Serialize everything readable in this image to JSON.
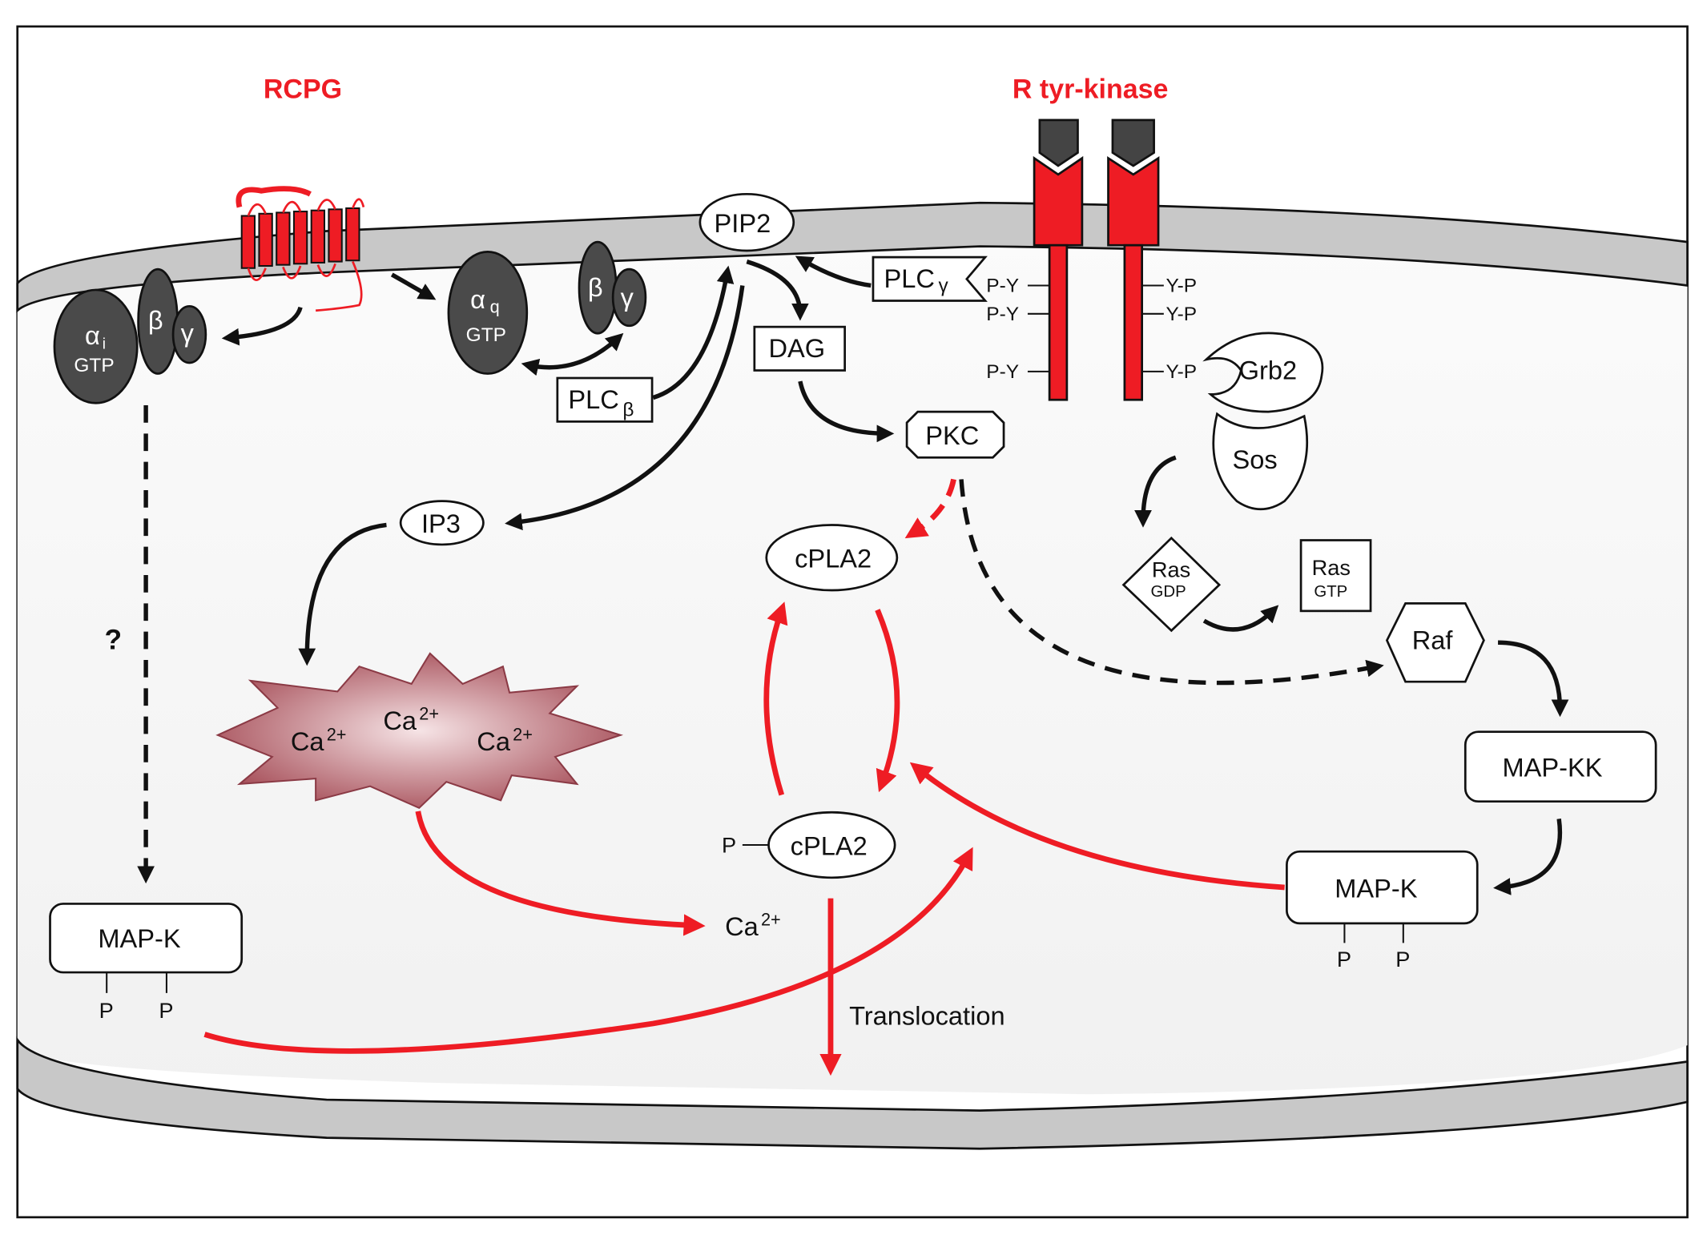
{
  "figure": {
    "receptors": {
      "gpcr_title": "RCPG",
      "rtk_title": "R tyr-kinase"
    },
    "g_proteins": {
      "alpha_i": "α",
      "alpha_i_sub": "i",
      "alpha_i_gtp": "GTP",
      "alpha_q": "α",
      "alpha_q_sub": "q",
      "alpha_q_gtp": "GTP",
      "beta": "β",
      "gamma": "γ"
    },
    "nodes": {
      "pip2": "PIP2",
      "plc_beta": "PLC",
      "plc_beta_sub": "β",
      "plc_gamma": "PLC",
      "plc_gamma_sub": "γ",
      "dag": "DAG",
      "pkc": "PKC",
      "ip3": "IP3",
      "cpla2_top": "cPLA2",
      "cpla2_bottom": "cPLA2",
      "cpla2_p": "P",
      "ca_free": "Ca",
      "ca_free_sup": "2+",
      "grb2": "Grb2",
      "sos": "Sos",
      "ras_gdp": "Ras",
      "ras_gdp_sub": "GDP",
      "ras_gtp": "Ras",
      "ras_gtp_sub": "GTP",
      "raf": "Raf",
      "mapkk": "MAP-KK",
      "mapk_right": "MAP-K",
      "mapk_left": "MAP-K",
      "phospho": "P",
      "question": "?",
      "translocation": "Translocation"
    },
    "calcium_store": {
      "ion": "Ca",
      "charge": "2+"
    },
    "phosphotyrosines": {
      "left": [
        "P-Y",
        "P-Y",
        "P-Y"
      ],
      "right": [
        "Y-P",
        "Y-P",
        "Y-P"
      ]
    },
    "colors": {
      "accent_red": "#ee1c24",
      "membrane_gray": "#c8c8c8",
      "protein_dark": "#4a4a4a",
      "calcium_store": "#b5636c"
    }
  }
}
